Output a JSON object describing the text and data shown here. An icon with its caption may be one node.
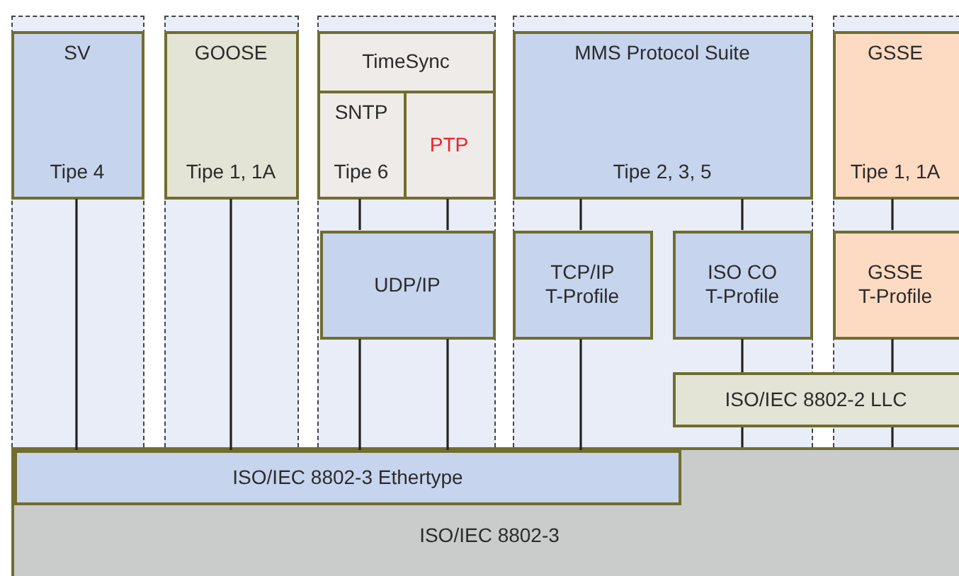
{
  "diagram": {
    "nodes": [
      {
        "text": [],
        "shape": "box"
      },
      {
        "text": [
          "SV",
          "Tipe 4"
        ],
        "in": 0
      },
      {
        "text": [],
        "shape": "box"
      },
      {
        "text": [
          "GOOSE",
          "Tipe 1, 1A"
        ],
        "in": 2
      },
      {
        "text": [],
        "shape": "box"
      },
      {
        "text": [
          "TimeSync"
        ],
        "in": 4
      },
      {
        "text": [
          "SNTP",
          "Tipe 6"
        ],
        "in": 4
      },
      {
        "text": [
          "PTP"
        ],
        "in": 4
      },
      {
        "text": [
          "UDP/IP"
        ],
        "in": 4
      },
      {
        "text": [],
        "shape": "box"
      },
      {
        "text": [
          "MMS Protocol Suite",
          "Tipe 2, 3, 5"
        ],
        "in": 9
      },
      {
        "text": [
          "TCP/IP T-Profile"
        ],
        "in": 9
      },
      {
        "text": [
          "ISO CO T-Profile"
        ],
        "in": 9
      },
      {
        "text": [],
        "shape": "box"
      },
      {
        "text": [
          "GSSE",
          "Tipe 1, 1A"
        ],
        "in": 13
      },
      {
        "text": [
          "GSSE T-Profile"
        ],
        "in": 13
      },
      {
        "text": [
          "ISO/IEC 8802-2 LLC"
        ]
      },
      {
        "text": [
          "ISO/IEC 8802-3"
        ]
      },
      {
        "text": [
          "ISO/IEC 8802-3 Ethertype"
        ],
        "in": 17
      }
    ],
    "edges": [
      {
        "from": 1,
        "to": 18,
        "arrow": "none"
      },
      {
        "from": 3,
        "to": 18,
        "arrow": "none"
      },
      {
        "from": 6,
        "to": 8,
        "arrow": "none"
      },
      {
        "from": 7,
        "to": 8,
        "arrow": "none"
      },
      {
        "from": 8,
        "to": 18,
        "arrow": "none"
      },
      {
        "from": 8,
        "to": 18,
        "arrow": "none"
      },
      {
        "from": 10,
        "to": 11,
        "arrow": "none"
      },
      {
        "from": 10,
        "to": 12,
        "arrow": "none"
      },
      {
        "from": 11,
        "to": 18,
        "arrow": "none"
      },
      {
        "from": 12,
        "to": 16,
        "arrow": "none"
      },
      {
        "from": 16,
        "to": 17,
        "arrow": "none"
      },
      {
        "from": 14,
        "to": 15,
        "arrow": "none"
      },
      {
        "from": 15,
        "to": 16,
        "arrow": "none"
      },
      {
        "from": 16,
        "to": 17,
        "arrow": "none"
      }
    ]
  }
}
